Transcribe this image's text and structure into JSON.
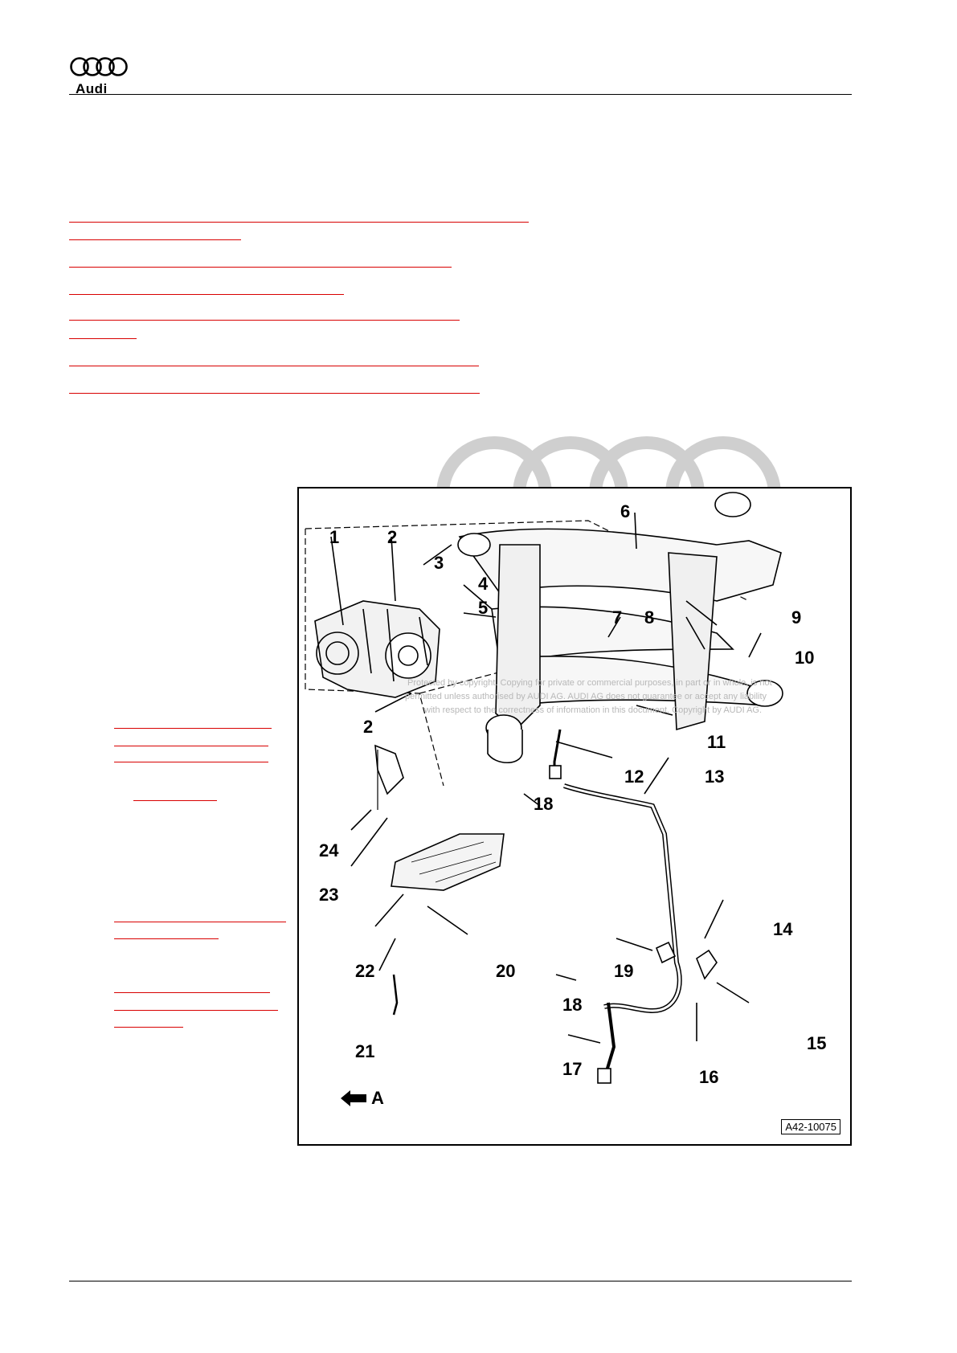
{
  "header": {
    "brand": "Audi"
  },
  "diagram": {
    "figure_id": "A42-10075",
    "view_label": "A",
    "callouts": [
      "1",
      "2",
      "3",
      "4",
      "5",
      "6",
      "7",
      "8",
      "9",
      "10",
      "11",
      "2",
      "12",
      "13",
      "18",
      "24",
      "23",
      "22",
      "20",
      "21",
      "19",
      "14",
      "18",
      "15",
      "16",
      "17"
    ],
    "watermark": {
      "line1": "Protected by copyright. Copying for private or commercial purposes, in part or in whole, is not",
      "line2": "permitted unless authorised by AUDI AG. AUDI AG does not guarantee or accept any liability",
      "line3": "with respect to the correctness of information in this document. Copyright by AUDI AG."
    }
  },
  "colors": {
    "link": "#d80000",
    "rule": "#000000",
    "watermark": "#c8c8c8"
  }
}
